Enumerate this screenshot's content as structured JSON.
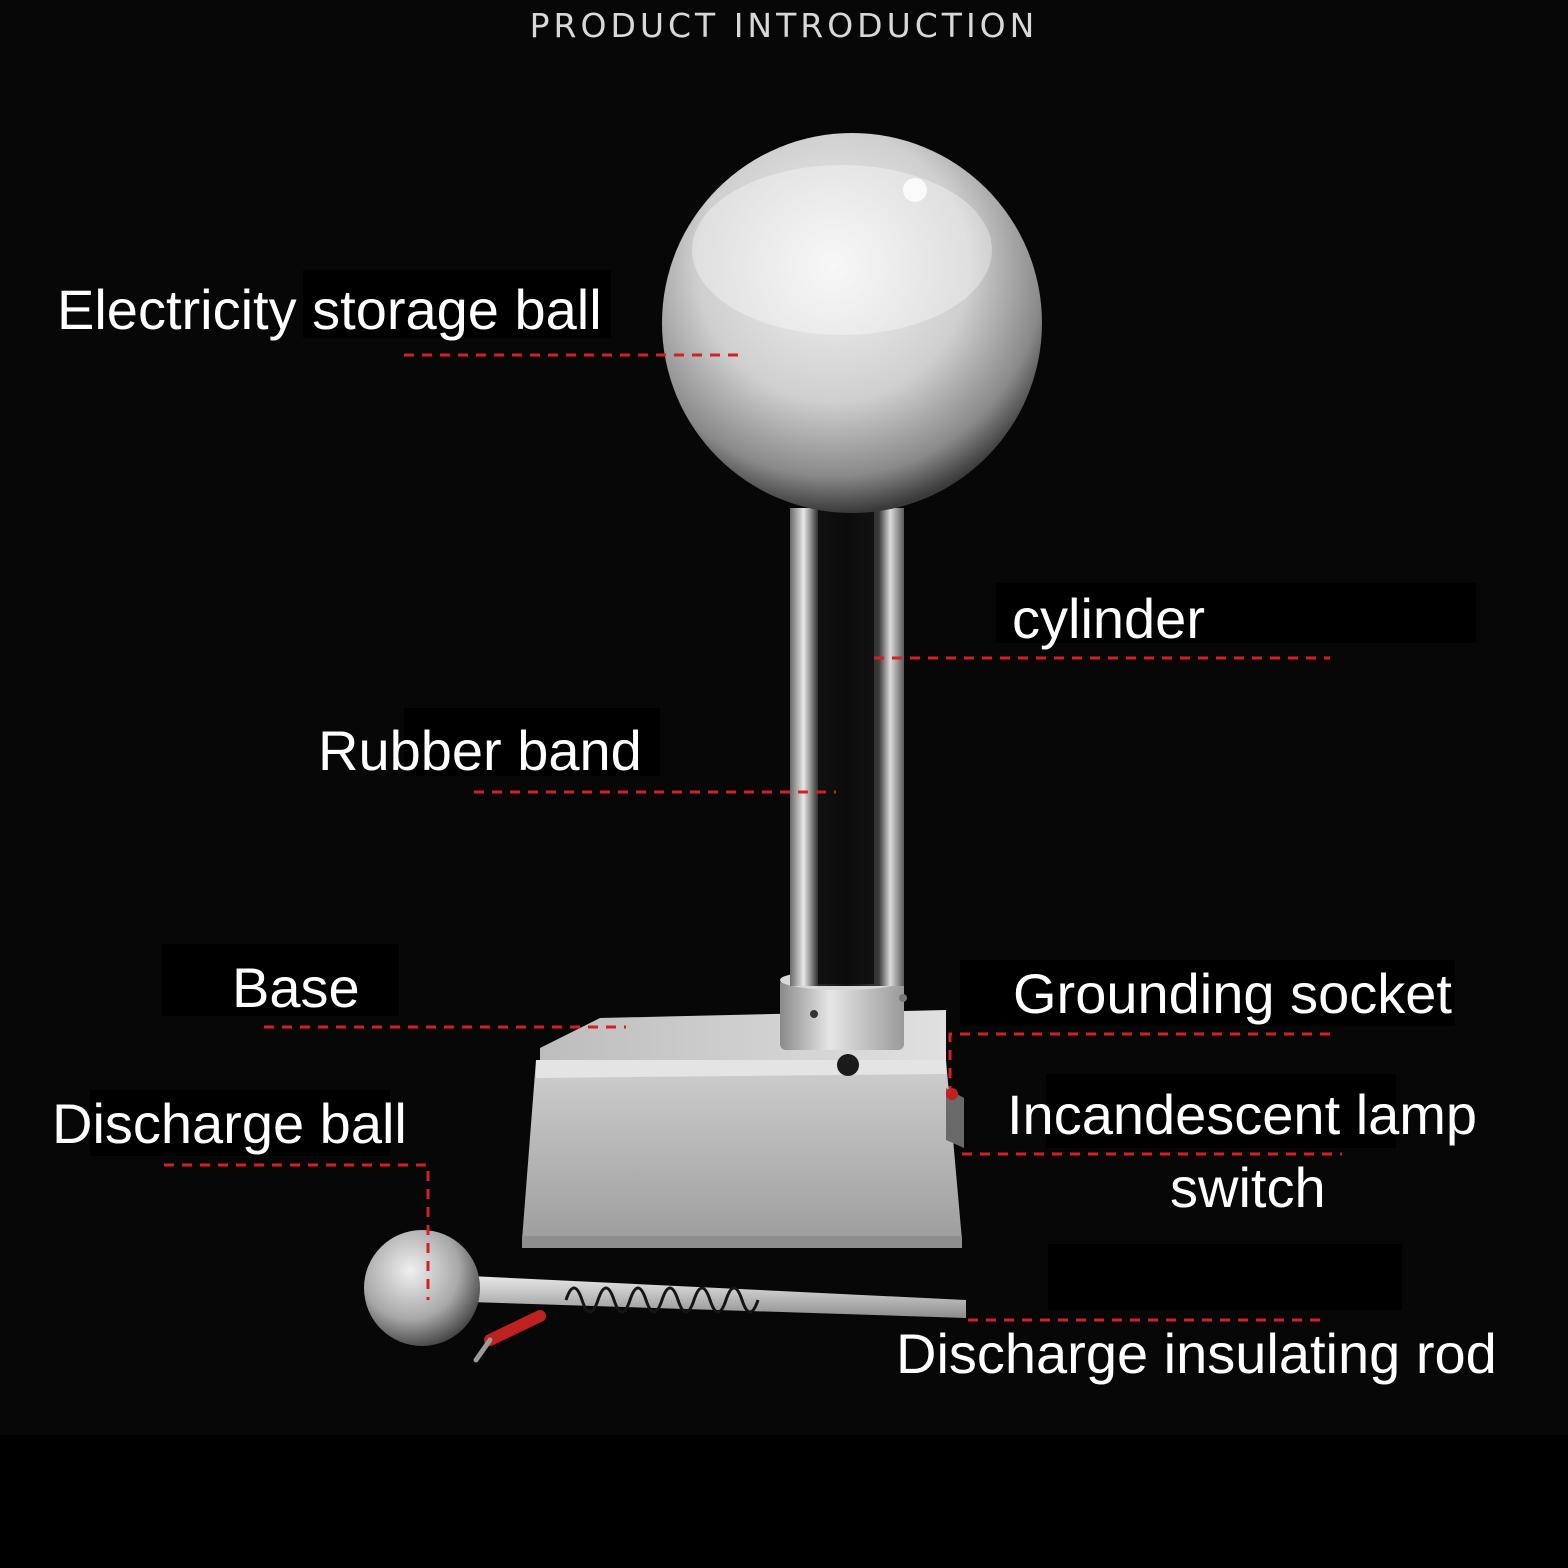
{
  "heading": "PRODUCT INTRODUCTION",
  "labels": {
    "storage_ball": "Electricity storage ball",
    "cylinder": "cylinder",
    "rubber_band": "Rubber band",
    "base": "Base",
    "grounding_socket": "Grounding socket",
    "lamp_switch_line1": "Incandescent lamp",
    "lamp_switch_line2": "switch",
    "discharge_ball": "Discharge ball",
    "insulating_rod": "Discharge insulating rod"
  },
  "colors": {
    "background": "#070707",
    "leader_line": "#d42020",
    "label_text": "#ffffff",
    "metal": "#b8b8b8"
  }
}
